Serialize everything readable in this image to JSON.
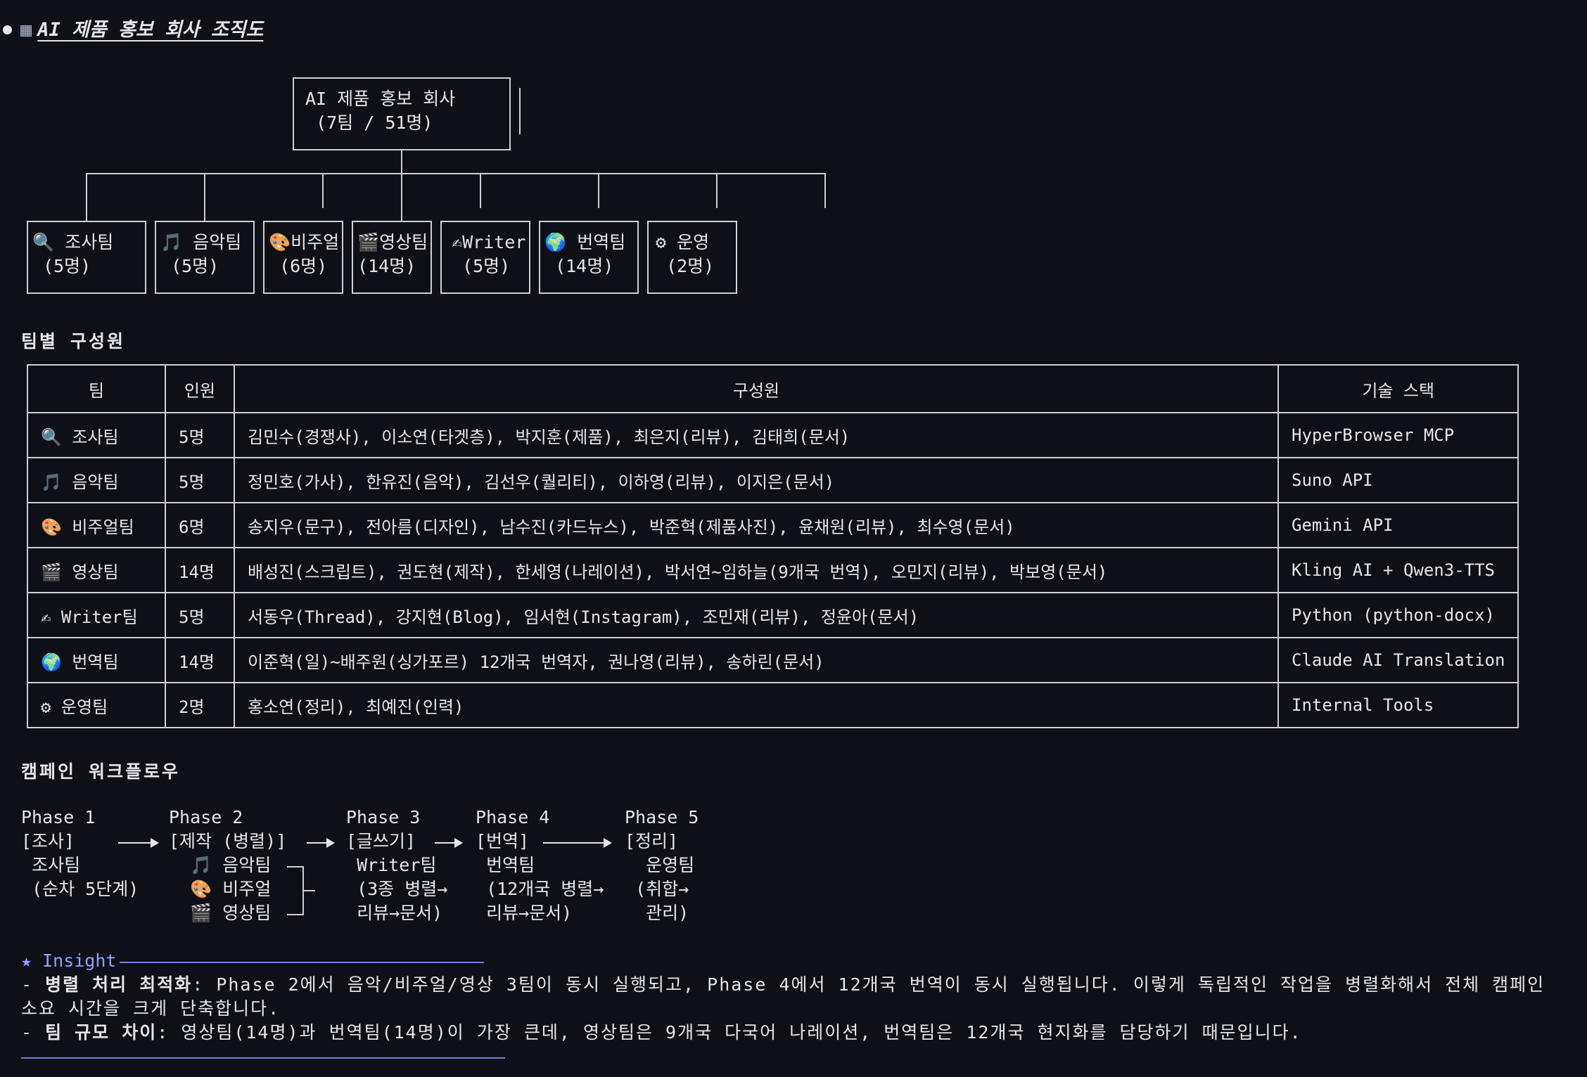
{
  "title": {
    "icon": "building-icon",
    "text": "AI 제품 홍보 회사 조직도"
  },
  "org": {
    "root_line1": "AI 제품 홍보 회사",
    "root_line2": "(7팀 / 51명)",
    "teams": [
      {
        "icon": "🔍",
        "name": "조사팀",
        "count": "(5명)"
      },
      {
        "icon": "🎵",
        "name": "음악팀",
        "count": "(5명)"
      },
      {
        "icon": "🎨",
        "name": "비주얼",
        "count": "(6명)"
      },
      {
        "icon": "🎬",
        "name": "영상팀",
        "count": "(14명)"
      },
      {
        "icon": "✍",
        "name": "Writer",
        "count": "(5명)"
      },
      {
        "icon": "🌍",
        "name": "번역팀",
        "count": "(14명)"
      },
      {
        "icon": "⚙",
        "name": "운영",
        "count": "(2명)"
      }
    ]
  },
  "table": {
    "heading": "팀별 구성원",
    "headers": [
      "팀",
      "인원",
      "구성원",
      "기술 스택"
    ],
    "rows": [
      {
        "icon": "🔍",
        "team": "조사팀",
        "count": "5명",
        "members": "김민수(경쟁사), 이소연(타겟층), 박지훈(제품), 최은지(리뷰), 김태희(문서)",
        "tech": "HyperBrowser MCP"
      },
      {
        "icon": "🎵",
        "team": "음악팀",
        "count": "5명",
        "members": "정민호(가사), 한유진(음악), 김선우(퀄리티), 이하영(리뷰), 이지은(문서)",
        "tech": "Suno API"
      },
      {
        "icon": "🎨",
        "team": "비주얼팀",
        "count": "6명",
        "members": "송지우(문구), 전아름(디자인), 남수진(카드뉴스), 박준혁(제품사진), 윤채원(리뷰), 최수영(문서)",
        "tech": "Gemini API"
      },
      {
        "icon": "🎬",
        "team": "영상팀",
        "count": "14명",
        "members": "배성진(스크립트), 권도현(제작), 한세영(나레이션), 박서연~임하늘(9개국 번역), 오민지(리뷰), 박보영(문서)",
        "tech": "Kling AI + Qwen3-TTS"
      },
      {
        "icon": "✍",
        "team": "Writer팀",
        "count": "5명",
        "members": "서동우(Thread), 강지현(Blog), 임서현(Instagram), 조민재(리뷰), 정윤아(문서)",
        "tech": "Python (python-docx)"
      },
      {
        "icon": "🌍",
        "team": "번역팀",
        "count": "14명",
        "members": "이준혁(일)~배주원(싱가포르) 12개국 번역자, 권나영(리뷰), 송하린(문서)",
        "tech": "Claude AI Translation"
      },
      {
        "icon": "⚙",
        "team": "운영팀",
        "count": "2명",
        "members": "홍소연(정리), 최예진(인력)",
        "tech": "Internal Tools"
      }
    ]
  },
  "workflow": {
    "heading": "캠페인 워크플로우",
    "phases": [
      {
        "phase": "Phase 1",
        "step": "[조사]",
        "lines": [
          "조사팀",
          "(순차 5단계)"
        ]
      },
      {
        "phase": "Phase 2",
        "step": "[제작 (병렬)]",
        "lines": [
          "🎵 음악팀",
          "🎨 비주얼",
          "🎬 영상팀"
        ]
      },
      {
        "phase": "Phase 3",
        "step": "[글쓰기]",
        "lines": [
          "Writer팀",
          "(3종 병렬→",
          "리뷰→문서)"
        ]
      },
      {
        "phase": "Phase 4",
        "step": "[번역]",
        "lines": [
          "번역팀",
          "(12개국 병렬→",
          "리뷰→문서)"
        ]
      },
      {
        "phase": "Phase 5",
        "step": "[정리]",
        "lines": [
          "운영팀",
          "(취합→",
          "관리)"
        ]
      }
    ]
  },
  "insight": {
    "head": "★ Insight",
    "b1_label": "병렬 처리 최적화",
    "b1_text": ": Phase 2에서 음악/비주얼/영상 3팀이 동시 실행되고, Phase 4에서 12개국 번역이 동시 실행됩니다. 이렇게 독립적인 작업을 병렬화해서 전체 캠페인",
    "b1_cont": "소요 시간을 크게 단축합니다.",
    "b2_label": "팀 규모 차이",
    "b2_text": ": 영상팀(14명)과 번역팀(14명)이 가장 큰데, 영상팀은 9개국 다국어 나레이션, 번역팀은 12개국 현지화를 담당하기 때문입니다."
  }
}
